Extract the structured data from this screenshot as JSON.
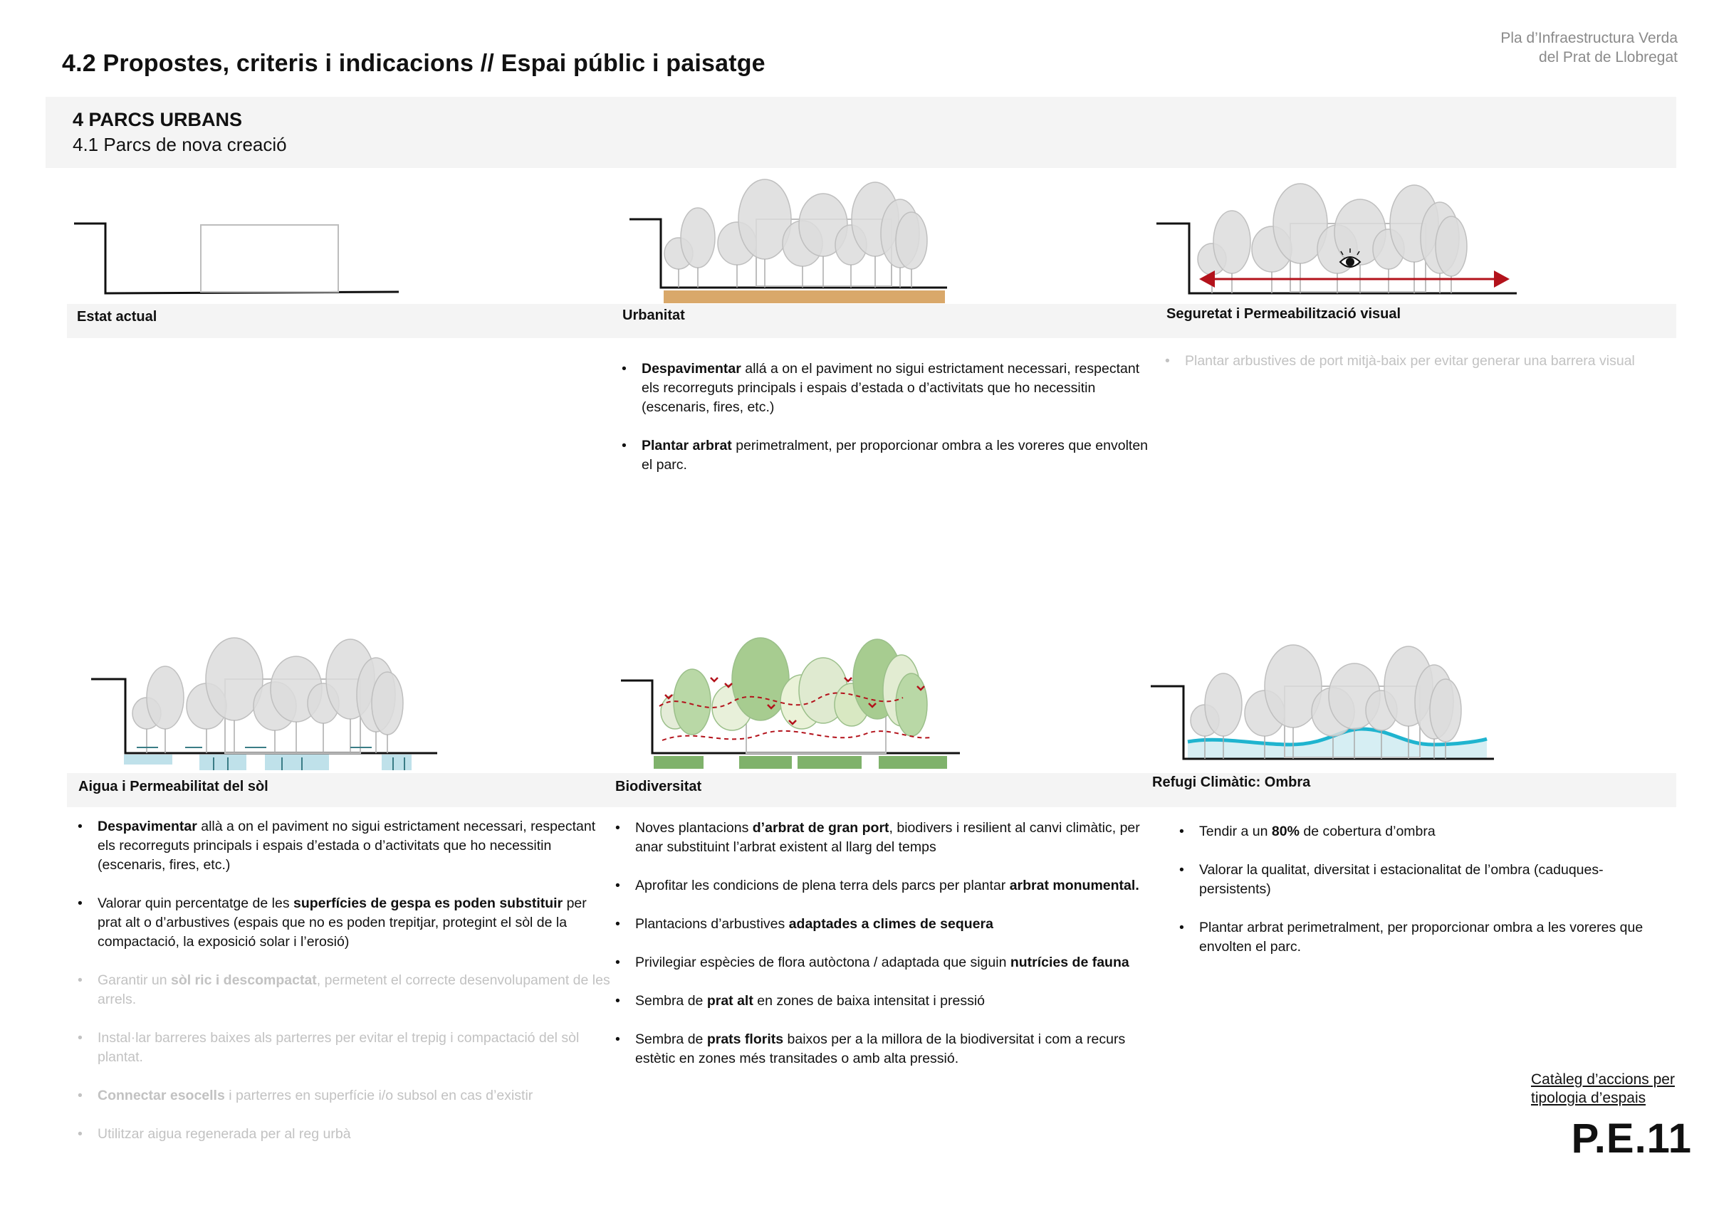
{
  "header": {
    "title": "4.2 Propostes, criteris i indicacions // Espai públic i paisatge",
    "brand_line1": "Pla d’Infraestructura Verda",
    "brand_line2": "del Prat de Llobregat"
  },
  "section": {
    "number_title": "4  PARCS URBANS",
    "subtitle": "4.1 Parcs de nova creació"
  },
  "panels": [
    {
      "label": "Estat actual",
      "bullets": []
    },
    {
      "label": "Urbanitat",
      "bullets": [
        {
          "b": "Despavimentar",
          "t": " allá a on el paviment no sigui estrictament necessari, respectant els recorreguts principals i espais d’estada o d’activitats que ho necessitin (escenaris, fires, etc.)"
        },
        {
          "b": "Plantar arbrat",
          "t": " perimetralment, per proporcionar ombra a les voreres que envolten el parc."
        }
      ]
    },
    {
      "label": "Seguretat i Permeabilització visual",
      "bullets": [
        {
          "t": "Plantar arbustives de port mitjà-baix per evitar generar una barrera visual"
        }
      ]
    },
    {
      "label": "Aigua i Permeabilitat del sòl",
      "bullets": [
        {
          "b": "Despavimentar",
          "t": " allà a on el paviment no sigui estrictament necessari, respectant els recorreguts principals i espais d’estada o d’activitats que ho necessitin (escenaris, fires, etc.)"
        },
        {
          "pre": "Valorar quin percentatge de les ",
          "b": "superfícies de gespa es poden substituir",
          "t": " per prat alt o d’arbustives (espais que no es poden trepitjar, protegint el sòl de la compactació, la exposició solar i l’erosió)"
        },
        {
          "pre": "Garantir un ",
          "b": "sòl ric i descompactat",
          "t": ", permetent el correcte desenvolupament de les arrels."
        },
        {
          "t": "Instal·lar barreres baixes als parterres per evitar el trepig i compactació del sòl plantat."
        },
        {
          "b": "Connectar esocells",
          "t": " i parterres en superfície i/o subsol en cas d’existir"
        },
        {
          "t": "Utilitzar aigua regenerada per al reg urbà"
        }
      ]
    },
    {
      "label": "Biodiversitat",
      "bullets": [
        {
          "pre": "Noves plantacions ",
          "b": "d’arbrat de gran port",
          "t": ", biodivers i resilient al canvi climàtic, per anar substituint l’arbrat existent al llarg del temps"
        },
        {
          "pre": "Aprofitar les condicions de plena terra dels parcs per plantar ",
          "b": "arbrat monumental."
        },
        {
          "pre": "Plantacions d’arbustives ",
          "b": "adaptades a climes de sequera"
        },
        {
          "pre": "Privilegiar espècies de flora autòctona / adaptada que siguin ",
          "b": "nutrícies de fauna"
        },
        {
          "pre": "Sembra de ",
          "b": "prat alt",
          "t": " en zones de baixa intensitat i pressió"
        },
        {
          "pre": "Sembra de ",
          "b": "prats florits",
          "t": " baixos per a la millora de la biodiversitat i com a recurs estètic en zones més transitades o amb alta pressió."
        }
      ]
    },
    {
      "label": "Refugi Climàtic: Ombra",
      "bullets": [
        {
          "pre": "Tendir a un ",
          "b": "80%",
          "t": " de cobertura d’ombra"
        },
        {
          "t": "Valorar la qualitat, diversitat i estacionalitat de l’ombra (caduques-persistents)"
        },
        {
          "t": "Plantar arbrat perimetralment, per proporcionar ombra a les voreres que envolten el parc."
        }
      ]
    }
  ],
  "footer": {
    "catalog_line1": "Catàleg d’accions per",
    "catalog_line2": "tipologia d’espais",
    "page_code": "P.E.11"
  },
  "colors": {
    "band": "#f4f4f4",
    "tree_fill": "#dcdcdc",
    "accent_red": "#b3121b",
    "accent_orange": "#d9a86a",
    "water_blue": "#1fb4cf",
    "green": "#8bbf7a"
  },
  "icons": [
    "eye-icon",
    "arrow-left-right-icon",
    "bird-icon",
    "water-arrow-icon"
  ]
}
